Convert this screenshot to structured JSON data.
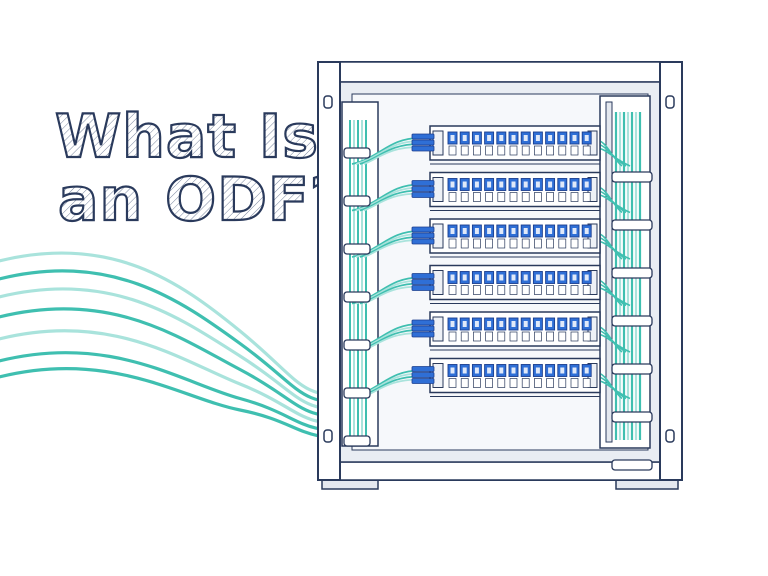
{
  "headline": {
    "line1": "What Is",
    "line2": "an ODF?"
  },
  "colors": {
    "background": "#ffffff",
    "outline": "#2a3a5c",
    "frame_fill": "#f3f5f9",
    "panel_fill": "#eef1f6",
    "port_blue": "#2f6fd6",
    "port_dark": "#1c3f8f",
    "fiber_teal": "#3fbfb0",
    "fiber_light": "#a9e3dc",
    "text_fill": "#ffffff"
  },
  "rack": {
    "panel_count": 6,
    "ports_per_panel": 12
  }
}
